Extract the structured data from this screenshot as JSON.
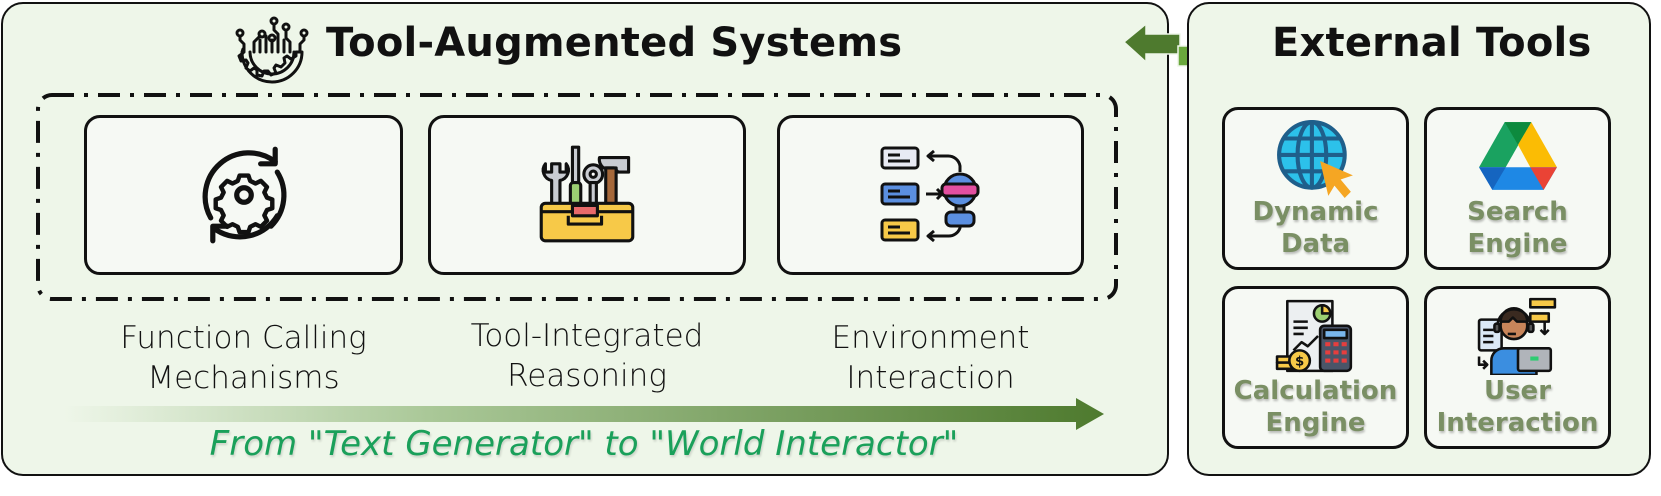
{
  "left_panel": {
    "title": "Tool-Augmented Systems",
    "header_icon": "ai-gear-circuit-icon",
    "categories": [
      {
        "label_line1": "Function Calling",
        "label_line2": "Mechanisms",
        "icon": "gear-refresh-icon"
      },
      {
        "label_line1": "Tool-Integrated",
        "label_line2": "Reasoning",
        "icon": "toolbox-icon"
      },
      {
        "label_line1": "Environment",
        "label_line2": "Interaction",
        "icon": "vr-agent-interaction-icon"
      }
    ],
    "tagline": "From \"Text Generator\" to \"World Interactor\""
  },
  "connector": {
    "icon": "bidirectional-arrows-icon"
  },
  "right_panel": {
    "title": "External Tools",
    "tools": [
      {
        "line1": "Dynamic",
        "line2": "Data",
        "icon": "globe-cursor-icon"
      },
      {
        "line1": "Search",
        "line2": "Engine",
        "icon": "drive-triangle-icon"
      },
      {
        "line1": "Calculation",
        "line2": "Engine",
        "icon": "calculator-report-icon"
      },
      {
        "line1": "User",
        "line2": "Interaction",
        "icon": "support-agent-icon"
      }
    ]
  },
  "colors": {
    "panel_bg": "#eef6e9",
    "tagline": "#1aa05a",
    "tool_label": "#7a8f64",
    "arrow_dark": "#4e7a2e",
    "arrow_light": "#6aa83c"
  }
}
